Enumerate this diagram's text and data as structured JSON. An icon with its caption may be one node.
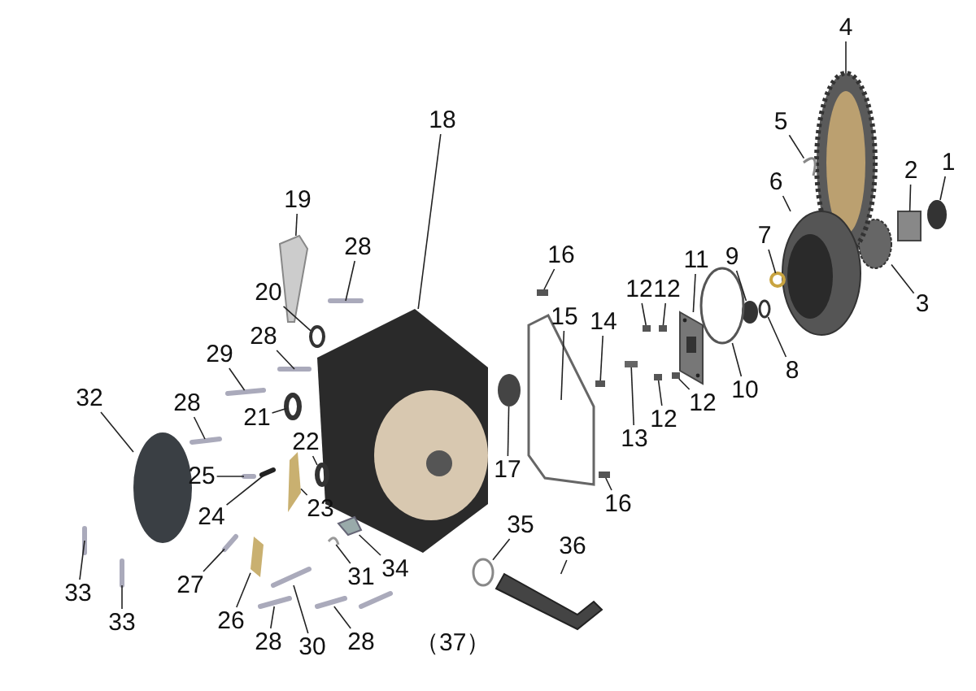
{
  "diagram": {
    "nodes": [
      {
        "text": [
          "1"
        ]
      },
      {
        "text": [
          "2"
        ]
      },
      {
        "text": [
          "3"
        ]
      },
      {
        "text": [
          "4"
        ]
      },
      {
        "text": [
          "5"
        ]
      },
      {
        "text": [
          "6"
        ]
      },
      {
        "text": [
          "7"
        ]
      },
      {
        "text": [
          "8"
        ]
      },
      {
        "text": [
          "9"
        ]
      },
      {
        "text": [
          "10"
        ]
      },
      {
        "text": [
          "11"
        ]
      },
      {
        "text": [
          "12"
        ]
      },
      {
        "text": [
          "12"
        ]
      },
      {
        "text": [
          "12"
        ]
      },
      {
        "text": [
          "12"
        ]
      },
      {
        "text": [
          "13"
        ]
      },
      {
        "text": [
          "14"
        ]
      },
      {
        "text": [
          "15"
        ]
      },
      {
        "text": [
          "16"
        ]
      },
      {
        "text": [
          "16"
        ]
      },
      {
        "text": [
          "17"
        ]
      },
      {
        "text": [
          "18"
        ]
      },
      {
        "text": [
          "19"
        ]
      },
      {
        "text": [
          "20"
        ]
      },
      {
        "text": [
          "21"
        ]
      },
      {
        "text": [
          "22"
        ]
      },
      {
        "text": [
          "23"
        ]
      },
      {
        "text": [
          "24"
        ]
      },
      {
        "text": [
          "25"
        ]
      },
      {
        "text": [
          "26"
        ]
      },
      {
        "text": [
          "27"
        ]
      },
      {
        "text": [
          "28"
        ]
      },
      {
        "text": [
          "28"
        ]
      },
      {
        "text": [
          "28"
        ]
      },
      {
        "text": [
          "28"
        ]
      },
      {
        "text": [
          "28"
        ]
      },
      {
        "text": [
          "29"
        ]
      },
      {
        "text": [
          "30"
        ]
      },
      {
        "text": [
          "31"
        ]
      },
      {
        "text": [
          "32"
        ]
      },
      {
        "text": [
          "33"
        ]
      },
      {
        "text": [
          "33"
        ]
      },
      {
        "text": [
          "34"
        ]
      },
      {
        "text": [
          "35"
        ]
      },
      {
        "text": [
          "36"
        ]
      },
      {
        "text": [],
        "shape": "circle"
      },
      {
        "text": [],
        "shape": "box"
      },
      {
        "text": [],
        "shape": "circle"
      },
      {
        "text": [],
        "shape": "picture"
      },
      {
        "text": [],
        "shape": "picture"
      },
      {
        "text": [],
        "shape": "picture"
      },
      {
        "text": [],
        "shape": "circle"
      },
      {
        "text": [],
        "shape": "circle"
      },
      {
        "text": [],
        "shape": "circle"
      },
      {
        "text": [],
        "shape": "circle"
      },
      {
        "text": [],
        "shape": "picture"
      },
      {
        "text": [],
        "shape": "box"
      },
      {
        "text": [],
        "shape": "box"
      },
      {
        "text": [],
        "shape": "box"
      },
      {
        "text": [],
        "shape": "box"
      },
      {
        "text": [],
        "shape": "box"
      },
      {
        "text": [],
        "shape": "box"
      },
      {
        "text": [],
        "shape": "picture"
      },
      {
        "text": [],
        "shape": "box"
      },
      {
        "text": [],
        "shape": "box"
      },
      {
        "text": [],
        "shape": "circle"
      },
      {
        "text": [],
        "shape": "picture"
      },
      {
        "text": [],
        "shape": "picture"
      },
      {
        "text": [],
        "shape": "circle"
      },
      {
        "text": [],
        "shape": "circle"
      },
      {
        "text": [],
        "shape": "circle"
      },
      {
        "text": [],
        "shape": "picture"
      },
      {
        "text": [],
        "shape": "bar"
      },
      {
        "text": [],
        "shape": "bar"
      },
      {
        "text": [],
        "shape": "picture"
      },
      {
        "text": [],
        "shape": "bar"
      },
      {
        "text": [],
        "shape": "bar"
      },
      {
        "text": [],
        "shape": "bar"
      },
      {
        "text": [],
        "shape": "bar"
      },
      {
        "text": [],
        "shape": "bar"
      },
      {
        "text": [],
        "shape": "bar"
      },
      {
        "text": [],
        "shape": "bar"
      },
      {
        "text": [],
        "shape": "bar"
      },
      {
        "text": [],
        "shape": "picture"
      },
      {
        "text": [],
        "shape": "circle"
      },
      {
        "text": [],
        "shape": "bar"
      },
      {
        "text": [],
        "shape": "bar"
      },
      {
        "text": [],
        "shape": "picture"
      },
      {
        "text": [],
        "shape": "circle"
      },
      {
        "text": [],
        "shape": "picture"
      }
    ],
    "edges": [
      {
        "from": 0,
        "to": 45,
        "arrow": "none"
      },
      {
        "from": 1,
        "to": 46,
        "arrow": "none"
      },
      {
        "from": 2,
        "to": 47,
        "arrow": "none"
      },
      {
        "from": 3,
        "to": 48,
        "arrow": "none"
      },
      {
        "from": 4,
        "to": 49,
        "arrow": "none"
      },
      {
        "from": 5,
        "to": 50,
        "arrow": "none"
      },
      {
        "from": 6,
        "to": 51,
        "arrow": "none"
      },
      {
        "from": 7,
        "to": 52,
        "arrow": "none"
      },
      {
        "from": 8,
        "to": 53,
        "arrow": "none"
      },
      {
        "from": 9,
        "to": 54,
        "arrow": "none"
      },
      {
        "from": 10,
        "to": 55,
        "arrow": "none"
      },
      {
        "from": 11,
        "to": 56,
        "arrow": "none"
      },
      {
        "from": 12,
        "to": 57,
        "arrow": "none"
      },
      {
        "from": 13,
        "to": 58,
        "arrow": "none"
      },
      {
        "from": 14,
        "to": 59,
        "arrow": "none"
      },
      {
        "from": 15,
        "to": 60,
        "arrow": "none"
      },
      {
        "from": 16,
        "to": 61,
        "arrow": "none"
      },
      {
        "from": 17,
        "to": 62,
        "arrow": "none"
      },
      {
        "from": 18,
        "to": 63,
        "arrow": "none"
      },
      {
        "from": 19,
        "to": 64,
        "arrow": "none"
      },
      {
        "from": 20,
        "to": 65,
        "arrow": "none"
      },
      {
        "from": 21,
        "to": 66,
        "arrow": "none"
      },
      {
        "from": 22,
        "to": 67,
        "arrow": "none"
      },
      {
        "from": 23,
        "to": 68,
        "arrow": "none"
      },
      {
        "from": 24,
        "to": 69,
        "arrow": "none"
      },
      {
        "from": 25,
        "to": 70,
        "arrow": "none"
      },
      {
        "from": 26,
        "to": 71,
        "arrow": "none"
      },
      {
        "from": 27,
        "to": 72,
        "arrow": "none"
      },
      {
        "from": 28,
        "to": 73,
        "arrow": "none"
      },
      {
        "from": 29,
        "to": 74,
        "arrow": "none"
      },
      {
        "from": 30,
        "to": 75,
        "arrow": "none"
      },
      {
        "from": 31,
        "to": 76,
        "arrow": "none"
      },
      {
        "from": 32,
        "to": 77,
        "arrow": "none"
      },
      {
        "from": 33,
        "to": 78,
        "arrow": "none"
      },
      {
        "from": 34,
        "to": 79,
        "arrow": "none"
      },
      {
        "from": 35,
        "to": 80,
        "arrow": "none"
      },
      {
        "from": 36,
        "to": 81,
        "arrow": "none"
      },
      {
        "from": 37,
        "to": 82,
        "arrow": "none"
      },
      {
        "from": 38,
        "to": 83,
        "arrow": "none"
      },
      {
        "from": 39,
        "to": 84,
        "arrow": "none"
      },
      {
        "from": 40,
        "to": 85,
        "arrow": "none"
      },
      {
        "from": 41,
        "to": 86,
        "arrow": "none"
      },
      {
        "from": 42,
        "to": 87,
        "arrow": "none"
      },
      {
        "from": 43,
        "to": 88,
        "arrow": "none"
      },
      {
        "from": 44,
        "to": 89,
        "arrow": "none"
      }
    ],
    "labels": [
      "（37）"
    ]
  }
}
